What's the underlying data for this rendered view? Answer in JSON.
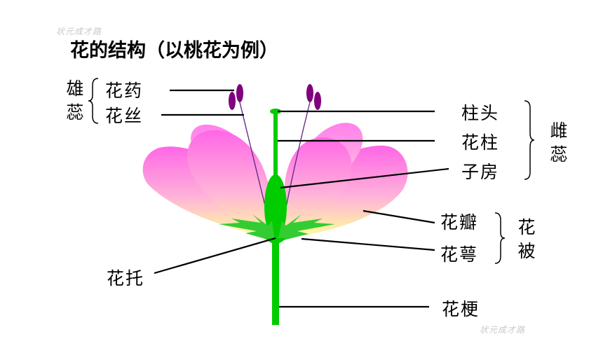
{
  "watermark_top": "状元成才路",
  "watermark_bottom": "状元成才路",
  "title": "花的结构（以桃花为例）",
  "labels": {
    "anther": "花药",
    "filament": "花丝",
    "stigma": "柱头",
    "style": "花柱",
    "ovary": "子房",
    "petal": "花瓣",
    "sepal": "花萼",
    "receptacle": "花托",
    "pedicel": "花梗"
  },
  "groups": {
    "stamen": "雄蕊",
    "pistil": "雌蕊",
    "perianth": "花被"
  },
  "colors": {
    "petal_pink": "#ff66e6",
    "petal_yellow": "#ffff99",
    "stem_green": "#00cc00",
    "anther_purple": "#800080",
    "line": "#000000"
  }
}
